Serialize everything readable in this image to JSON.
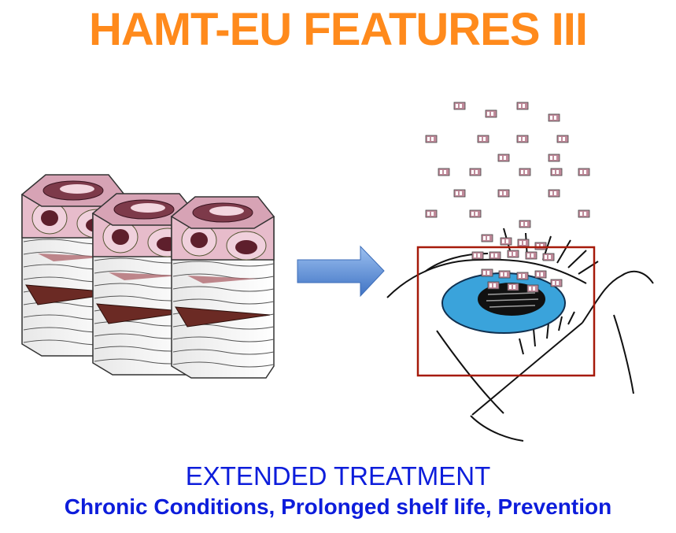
{
  "slide": {
    "title": "HAMT-EU FEATURES III",
    "caption_main": "EXTENDED TREATMENT",
    "caption_sub": "Chronic Conditions, Prolonged shelf life, Prevention"
  },
  "colors": {
    "title": "#ff8a1c",
    "caption": "#0d1ddb",
    "highlight_box": "#a61a0a",
    "arrow": "#5b8fd8",
    "iris": "#3aa3db",
    "cell_top": "#d7a3b5",
    "nucleus": "#5e1f2c",
    "stroma_dark": "#6b2a24"
  },
  "icons": {
    "tissue": "corneal-epithelium-cells",
    "arrow": "right-arrow-icon",
    "eye": "eye-closeup-drawing",
    "particles": "nanocarrier-particles"
  }
}
